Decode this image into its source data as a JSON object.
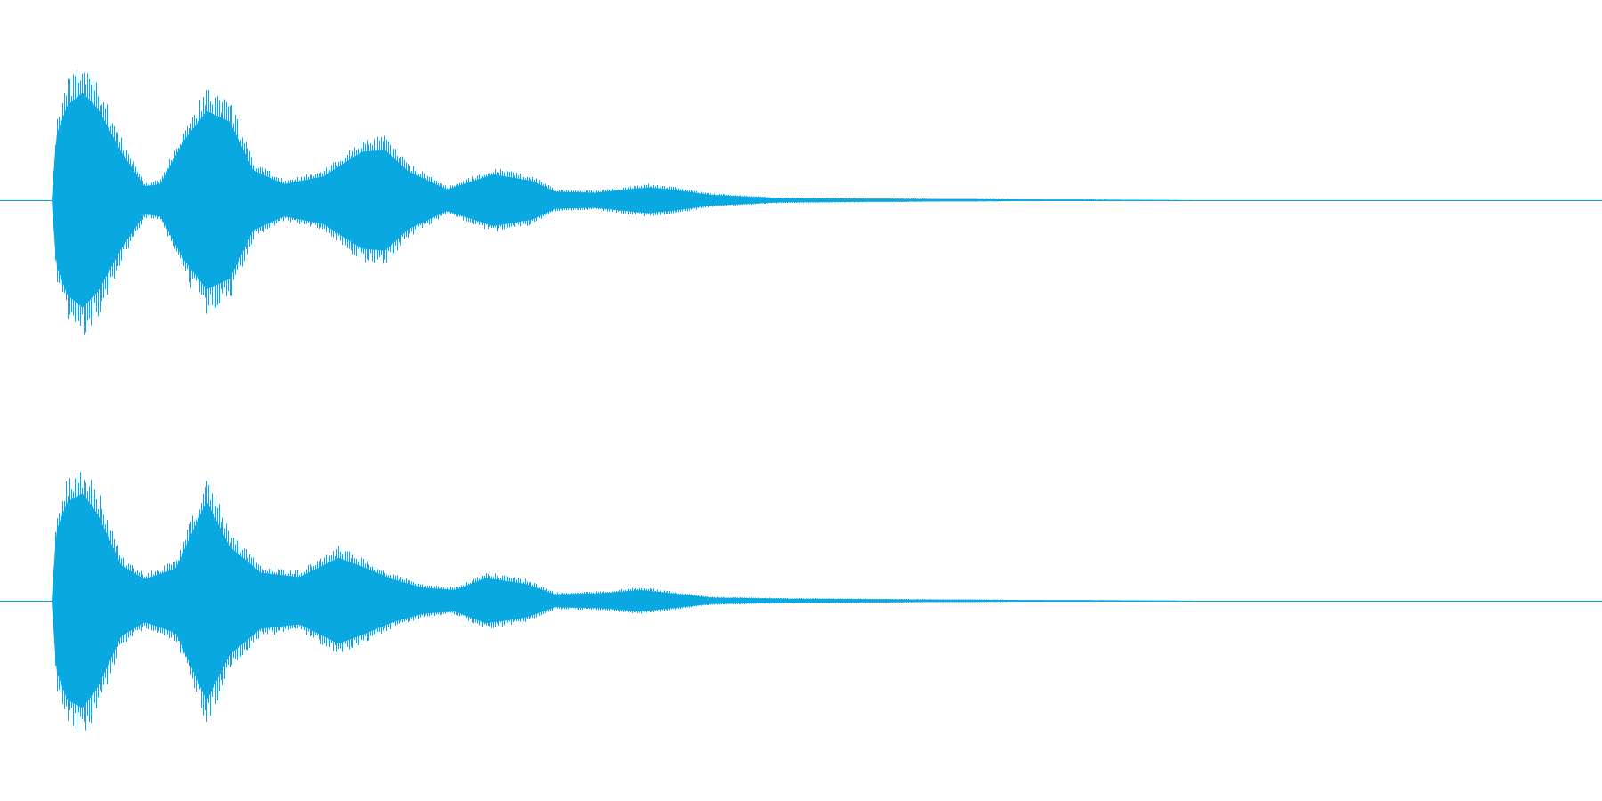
{
  "colors": {
    "background": "#ffffff",
    "waveform": "#0aa8e0",
    "centerline": "#0aa8e0"
  },
  "chart_data": {
    "type": "area",
    "title": "",
    "xlabel": "",
    "ylabel": "",
    "grid": false,
    "legend": "none",
    "xlim": [
      0,
      1
    ],
    "ylim": [
      -1,
      1
    ],
    "channels": [
      {
        "name": "",
        "envelope": [
          {
            "x": 0.0,
            "amp": 0.0
          },
          {
            "x": 0.003,
            "amp": 0.6
          },
          {
            "x": 0.01,
            "amp": 0.88
          },
          {
            "x": 0.02,
            "amp": 1.0
          },
          {
            "x": 0.03,
            "amp": 0.85
          },
          {
            "x": 0.045,
            "amp": 0.45
          },
          {
            "x": 0.06,
            "amp": 0.13
          },
          {
            "x": 0.07,
            "amp": 0.15
          },
          {
            "x": 0.085,
            "amp": 0.55
          },
          {
            "x": 0.1,
            "amp": 0.83
          },
          {
            "x": 0.115,
            "amp": 0.73
          },
          {
            "x": 0.13,
            "amp": 0.28
          },
          {
            "x": 0.15,
            "amp": 0.15
          },
          {
            "x": 0.175,
            "amp": 0.22
          },
          {
            "x": 0.2,
            "amp": 0.45
          },
          {
            "x": 0.215,
            "amp": 0.47
          },
          {
            "x": 0.23,
            "amp": 0.27
          },
          {
            "x": 0.255,
            "amp": 0.1
          },
          {
            "x": 0.285,
            "amp": 0.24
          },
          {
            "x": 0.31,
            "amp": 0.18
          },
          {
            "x": 0.325,
            "amp": 0.08
          },
          {
            "x": 0.35,
            "amp": 0.07
          },
          {
            "x": 0.385,
            "amp": 0.12
          },
          {
            "x": 0.4,
            "amp": 0.1
          },
          {
            "x": 0.425,
            "amp": 0.05
          },
          {
            "x": 0.47,
            "amp": 0.02
          },
          {
            "x": 0.56,
            "amp": 0.012
          },
          {
            "x": 0.62,
            "amp": 0.008
          },
          {
            "x": 0.7,
            "amp": 0.004
          },
          {
            "x": 0.74,
            "amp": 0.0
          },
          {
            "x": 1.0,
            "amp": 0.0
          }
        ]
      },
      {
        "name": "",
        "envelope": [
          {
            "x": 0.0,
            "amp": 0.0
          },
          {
            "x": 0.003,
            "amp": 0.65
          },
          {
            "x": 0.01,
            "amp": 0.92
          },
          {
            "x": 0.02,
            "amp": 1.0
          },
          {
            "x": 0.03,
            "amp": 0.8
          },
          {
            "x": 0.045,
            "amp": 0.33
          },
          {
            "x": 0.06,
            "amp": 0.2
          },
          {
            "x": 0.08,
            "amp": 0.3
          },
          {
            "x": 0.1,
            "amp": 0.93
          },
          {
            "x": 0.115,
            "amp": 0.5
          },
          {
            "x": 0.135,
            "amp": 0.26
          },
          {
            "x": 0.16,
            "amp": 0.22
          },
          {
            "x": 0.185,
            "amp": 0.4
          },
          {
            "x": 0.2,
            "amp": 0.32
          },
          {
            "x": 0.22,
            "amp": 0.2
          },
          {
            "x": 0.24,
            "amp": 0.12
          },
          {
            "x": 0.26,
            "amp": 0.1
          },
          {
            "x": 0.28,
            "amp": 0.21
          },
          {
            "x": 0.305,
            "amp": 0.16
          },
          {
            "x": 0.325,
            "amp": 0.06
          },
          {
            "x": 0.355,
            "amp": 0.07
          },
          {
            "x": 0.38,
            "amp": 0.1
          },
          {
            "x": 0.4,
            "amp": 0.07
          },
          {
            "x": 0.425,
            "amp": 0.03
          },
          {
            "x": 0.47,
            "amp": 0.02
          },
          {
            "x": 0.56,
            "amp": 0.012
          },
          {
            "x": 0.62,
            "amp": 0.008
          },
          {
            "x": 0.7,
            "amp": 0.004
          },
          {
            "x": 0.74,
            "amp": 0.0
          },
          {
            "x": 1.0,
            "amp": 0.0
          }
        ]
      }
    ]
  }
}
